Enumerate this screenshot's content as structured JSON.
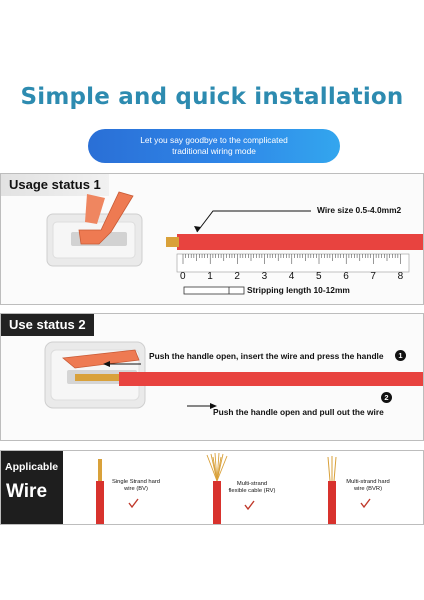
{
  "header": {
    "title": "Simple and quick installation",
    "banner_line1": "Let you say goodbye to the complicated",
    "banner_line2": "traditional wiring mode"
  },
  "usage": {
    "tab": "Usage status 1",
    "wire_size": "Wire size 0.5-4.0mm2",
    "stripping": "Stripping length 10-12mm",
    "ruler_numbers": [
      "0",
      "1",
      "2",
      "3",
      "4",
      "5",
      "6",
      "7",
      "8"
    ]
  },
  "use": {
    "tab": "Use status 2",
    "step1_text": "Push the handle open, insert the wire and press the handle",
    "step1_num": "1",
    "step2_text": "Push the handle open and pull out the wire",
    "step2_num": "2"
  },
  "wire": {
    "label_top": "Applicable",
    "label_bottom": "Wire",
    "types": [
      {
        "line1": "Single Strand hard",
        "line2": "wire (BV)"
      },
      {
        "line1": "Multi-strand",
        "line2": "flexible cable (RV)"
      },
      {
        "line1": "Multi-strand hard",
        "line2": "wire (BVR)"
      }
    ]
  },
  "colors": {
    "title": "#2d8bb0",
    "banner_start": "#2a6fd6",
    "banner_end": "#33a6ee",
    "wire_red": "#e8433f",
    "handle_orange": "#ee7a52",
    "copper": "#d9a13a"
  }
}
